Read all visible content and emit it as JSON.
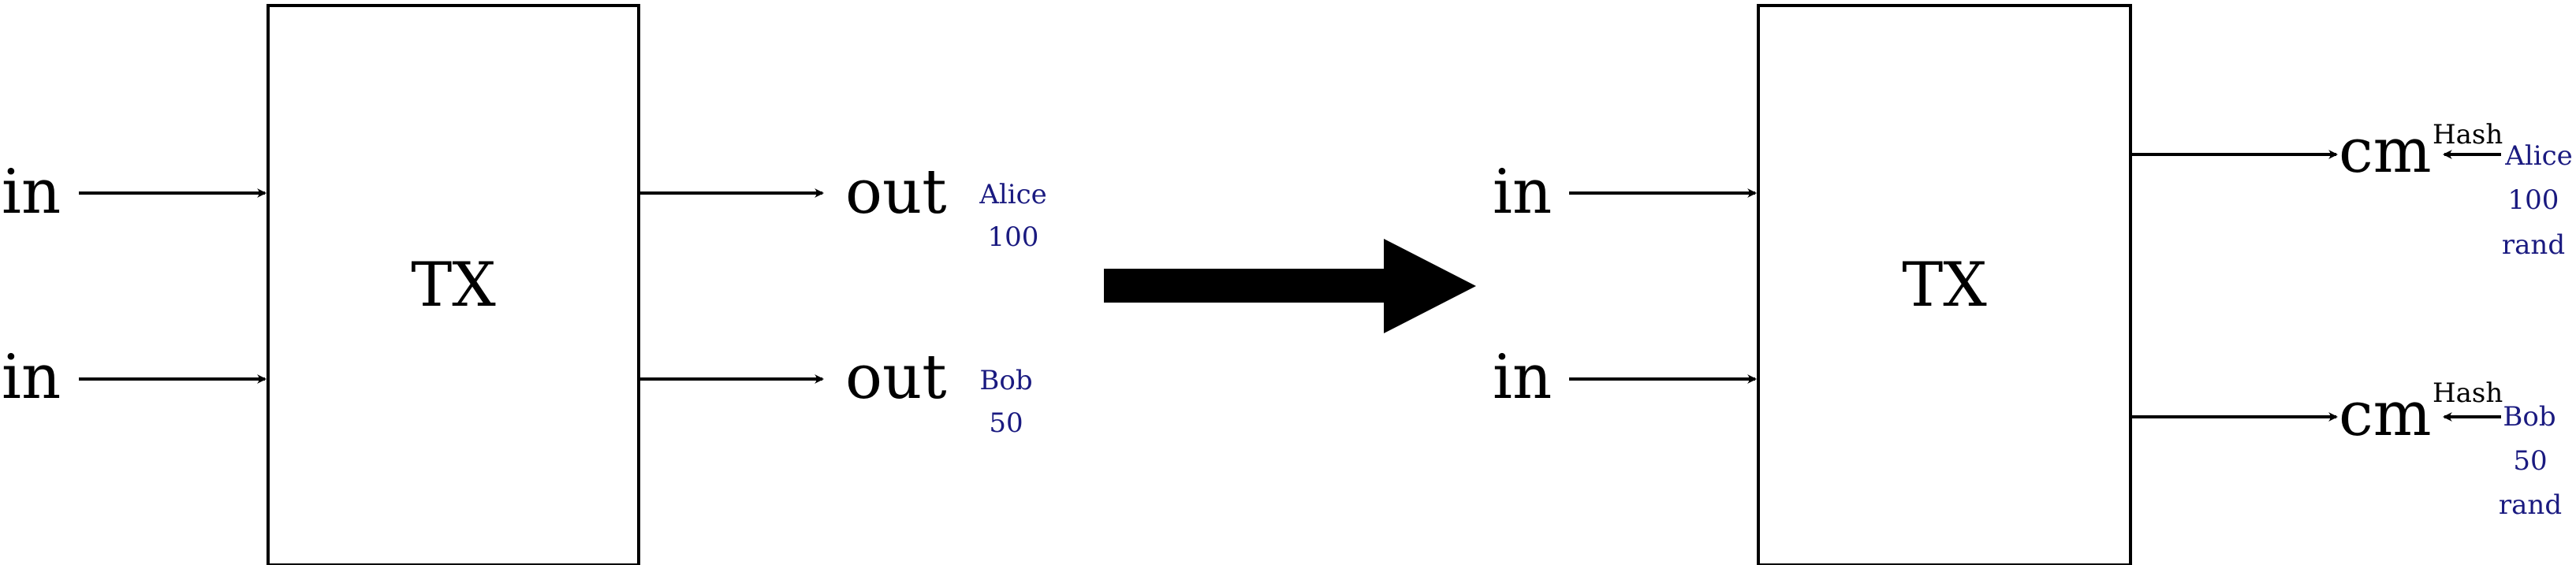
{
  "colors": {
    "ink": "#000000",
    "note": "#1a1a80"
  },
  "left": {
    "box_label": "TX",
    "inputs": [
      "in",
      "in"
    ],
    "outputs": [
      "out",
      "out"
    ],
    "notes": [
      {
        "name": "Alice",
        "amount": "100"
      },
      {
        "name": "Bob",
        "amount": "50"
      }
    ]
  },
  "transform_arrow": "arrow-right-icon",
  "right": {
    "box_label": "TX",
    "inputs": [
      "in",
      "in"
    ],
    "outputs": [
      "cm",
      "cm"
    ],
    "hash_labels": [
      "Hash",
      "Hash"
    ],
    "notes": [
      {
        "name": "Alice",
        "amount": "100",
        "rand": "rand"
      },
      {
        "name": "Bob",
        "amount": "50",
        "rand": "rand"
      }
    ]
  }
}
